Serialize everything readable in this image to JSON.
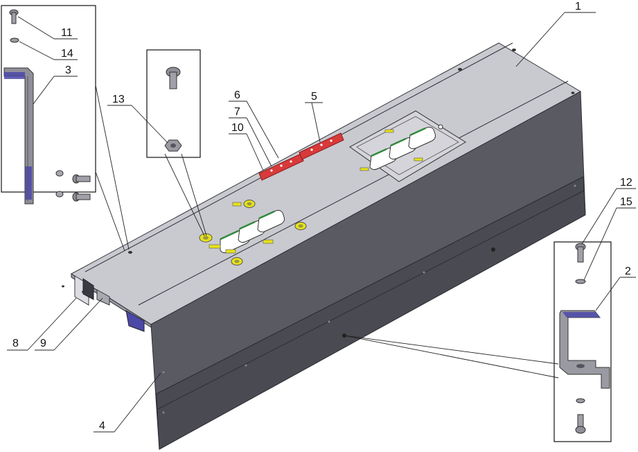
{
  "diagram": {
    "part_numbers": {
      "p1": "1",
      "p2": "2",
      "p3": "3",
      "p4": "4",
      "p5": "5",
      "p6": "6",
      "p7": "7",
      "p8": "8",
      "p9": "9",
      "p10": "10",
      "p11": "11",
      "p12": "12",
      "p13": "13",
      "p14": "14",
      "p15": "15"
    },
    "colors": {
      "background": "#ffffff",
      "panel_top": "#c9c9d0",
      "panel_front": "#5a5a63",
      "panel_front_dark": "#4a4a52",
      "slot_fill": "#ffffff",
      "washer_yellow": "#e7e21a",
      "terminal_strip_red": "#d83a3a",
      "bracket_grey": "#8f8f99",
      "accent_blue": "#4b48a8",
      "line": "#111111"
    }
  }
}
